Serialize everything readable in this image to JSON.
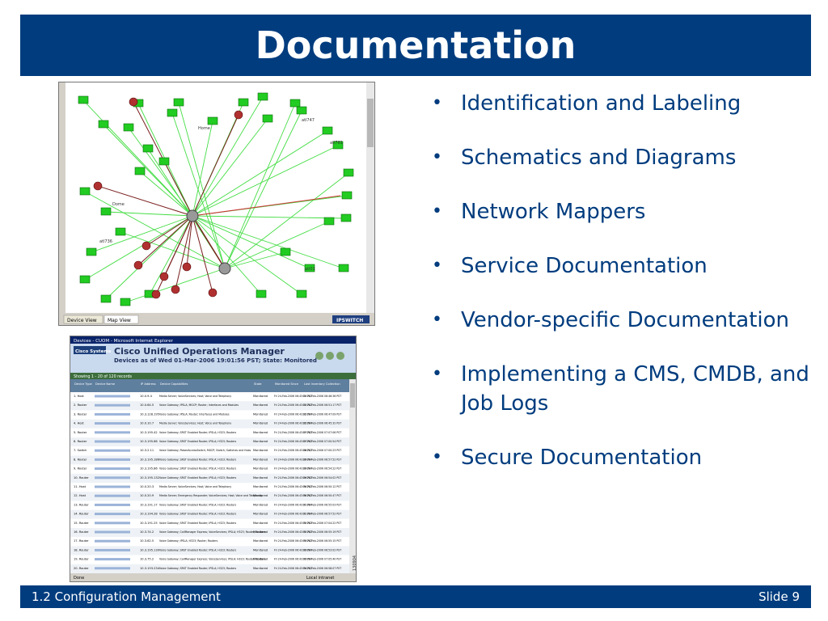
{
  "slide": {
    "title": "Documentation",
    "bullets": [
      "Identification and Labeling",
      "Schematics and Diagrams",
      "Network Mappers",
      "Service Documentation",
      "Vendor-specific Documentation",
      "Implementing a CMS, CMDB, and Job Logs",
      "Secure Documentation"
    ],
    "footer": {
      "left": "1.2 Configuration Management",
      "right": "Slide 9"
    }
  },
  "network_map": {
    "tabs": [
      "Device View",
      "Map View"
    ],
    "vendor_mark": "IPSWITCH",
    "node_labels": [
      "atl747",
      "atl736",
      "atl781",
      "Home",
      "Dome",
      "atl01"
    ]
  },
  "cisco_page": {
    "window_title": "Devices - CUOM - Microsoft Internet Explorer",
    "logo": "Cisco Systems",
    "app_title": "Cisco Unified Operations Manager",
    "subtitle": "Devices as of Wed 01-Mar-2006 19:01:56 PST; State: Monitored",
    "record_bar": "Showing 1 - 20 of 120 records",
    "columns": [
      "Device Type",
      "Device Name",
      "IP Address",
      "Device Capabilities",
      "State",
      "Monitored Since",
      "Last Inventory Collection"
    ],
    "rows": [
      {
        "type": "1. Host",
        "ip": "10.0.9.4",
        "caps": "Media Server; VoiceServices; Host; Voice and Telephony",
        "state": "Monitored",
        "since": "Fri 24-Feb-2006 06:43:22 PST",
        "last": "Fri 24-Feb-2006 06:46:36 PST"
      },
      {
        "type": "2. Router",
        "ip": "10.0.64.5",
        "caps": "Voice Gateway; IPSLA; MGCP; Router; Interfaces and Modules",
        "state": "Monitored",
        "since": "Fri 24-Feb-2006 06:43:22 PST",
        "last": "Fri 24-Feb-2006 06:51:17 PST"
      },
      {
        "type": "3. Router",
        "ip": "10.3.128.195",
        "caps": "Voice Gateway; IPSLA; Router; Interfaces and Modules",
        "state": "Monitored",
        "since": "Fri 24-Feb-2006 06:43:22 PST",
        "last": "Fri 24-Feb-2006 06:47:09 PST"
      },
      {
        "type": "4. Host",
        "ip": "10.0.10.7",
        "caps": "Media Server; VoiceServices; Host; Voice and Telephony",
        "state": "Monitored",
        "since": "Fri 24-Feb-2006 06:43:22 PST",
        "last": "Fri 24-Feb-2006 06:45:32 PST"
      },
      {
        "type": "5. Router",
        "ip": "10.3.195.42",
        "caps": "Voice Gateway; SRST Enabled Router; IPSLA; H323; Routers",
        "state": "Monitored",
        "since": "Fri 24-Feb-2006 06:43:27 PST",
        "last": "Fri 24-Feb-2006 07:07:06 PST"
      },
      {
        "type": "6. Router",
        "ip": "10.3.195.66",
        "caps": "Voice Gateway; SRST Enabled Router; IPSLA; H323; Routers",
        "state": "Monitored",
        "since": "Fri 24-Feb-2006 06:43:27 PST",
        "last": "Fri 24-Feb-2006 07:00:54 PST"
      },
      {
        "type": "7. Switch",
        "ip": "10.3.2.11",
        "caps": "Voice Gateway; PowerAccessSwitch; MGCP; Switch; Switches and Hubs",
        "state": "Monitored",
        "since": "Fri 24-Feb-2006 06:43:26 PST",
        "last": "Fri 24-Feb-2006 07:00:23 PST"
      },
      {
        "type": "8. Router",
        "ip": "10.3.195.186",
        "caps": "Voice Gateway; SRST Enabled Router; IPSLA; H323; Routers",
        "state": "Monitored",
        "since": "Fri 24-Feb-2006 06:43:29 PST",
        "last": "Fri 24-Feb-2006 06:57:52 PST"
      },
      {
        "type": "9. Router",
        "ip": "10.3.195.86",
        "caps": "Voice Gateway; SRST Enabled Router; IPSLA; H323; Routers",
        "state": "Monitored",
        "since": "Fri 24-Feb-2006 06:43:29 PST",
        "last": "Fri 24-Feb-2006 06:54:22 PST"
      },
      {
        "type": "10. Router",
        "ip": "10.3.195.132",
        "caps": "Voice Gateway; SRST Enabled Router; IPSLA; H323; Routers",
        "state": "Monitored",
        "since": "Fri 24-Feb-2006 06:43:29 PST",
        "last": "Fri 24-Feb-2006 06:54:02 PST"
      },
      {
        "type": "11. Host",
        "ip": "10.0.20.3",
        "caps": "Media Server; VoiceServices; Host; Voice and Telephony",
        "state": "Monitored",
        "since": "Fri 24-Feb-2006 06:43:30 PST",
        "last": "Fri 24-Feb-2006 06:50:12 PST"
      },
      {
        "type": "12. Host",
        "ip": "10.0.20.9",
        "caps": "Media Server; Emergency Responder; VoiceServices; Host; Voice and Telephony",
        "state": "Monitored",
        "since": "Fri 24-Feb-2006 06:43:30 PST",
        "last": "Fri 24-Feb-2006 06:50:47 PST"
      },
      {
        "type": "13. Router",
        "ip": "10.3.191.17",
        "caps": "Voice Gateway; SRST Enabled Router; IPSLA; H323; Routers",
        "state": "Monitored",
        "since": "Fri 24-Feb-2006 06:43:31 PST",
        "last": "Fri 24-Feb-2006 06:55:03 PST"
      },
      {
        "type": "14. Router",
        "ip": "10.3.194.28",
        "caps": "Voice Gateway; SRST Enabled Router; IPSLA; H323; Routers",
        "state": "Monitored",
        "since": "Fri 24-Feb-2006 06:43:31 PST",
        "last": "Fri 24-Feb-2006 06:57:52 PST"
      },
      {
        "type": "15. Router",
        "ip": "10.3.191.25",
        "caps": "Voice Gateway; SRST Enabled Router; IPSLA; H323; Routers",
        "state": "Monitored",
        "since": "Fri 24-Feb-2006 06:43:32 PST",
        "last": "Fri 24-Feb-2006 07:04:22 PST"
      },
      {
        "type": "16. Router",
        "ip": "10.3.74.2",
        "caps": "Voice Gateway; CallManager Express; VoiceServices; IPSLA; H323; Router; Routers",
        "state": "Monitored",
        "since": "Fri 24-Feb-2006 06:43:32 PST",
        "last": "Fri 24-Feb-2006 06:55:19 PST"
      },
      {
        "type": "17. Router",
        "ip": "10.3.62.5",
        "caps": "Voice Gateway; IPSLA; H323; Router; Routers",
        "state": "Monitored",
        "since": "Fri 24-Feb-2006 06:43:33 PST",
        "last": "Fri 24-Feb-2006 06:55:15 PST"
      },
      {
        "type": "18. Router",
        "ip": "10.3.195.130",
        "caps": "Voice Gateway; SRST Enabled Router; IPSLA; H323; Routers",
        "state": "Monitored",
        "since": "Fri 24-Feb-2006 06:43:33 PST",
        "last": "Fri 24-Feb-2006 06:53:02 PST"
      },
      {
        "type": "19. Router",
        "ip": "10.3.75.2",
        "caps": "Voice Gateway; CallManager Express; VoiceServices; IPSLA; H323; Router; Routers",
        "state": "Monitored",
        "since": "Fri 24-Feb-2006 06:43:33 PST",
        "last": "Fri 24-Feb-2006 07:05:40 PST"
      },
      {
        "type": "20. Router",
        "ip": "10.3.193.234",
        "caps": "Voice Gateway; SRST Enabled Router; IPSLA; H323; Routers",
        "state": "Monitored",
        "since": "Fri 24-Feb-2006 06:43:34 PST",
        "last": "Fri 24-Feb-2006 06:58:07 PST"
      }
    ],
    "status_left": "Done",
    "status_right": "Local intranet",
    "side_id": "130904"
  }
}
